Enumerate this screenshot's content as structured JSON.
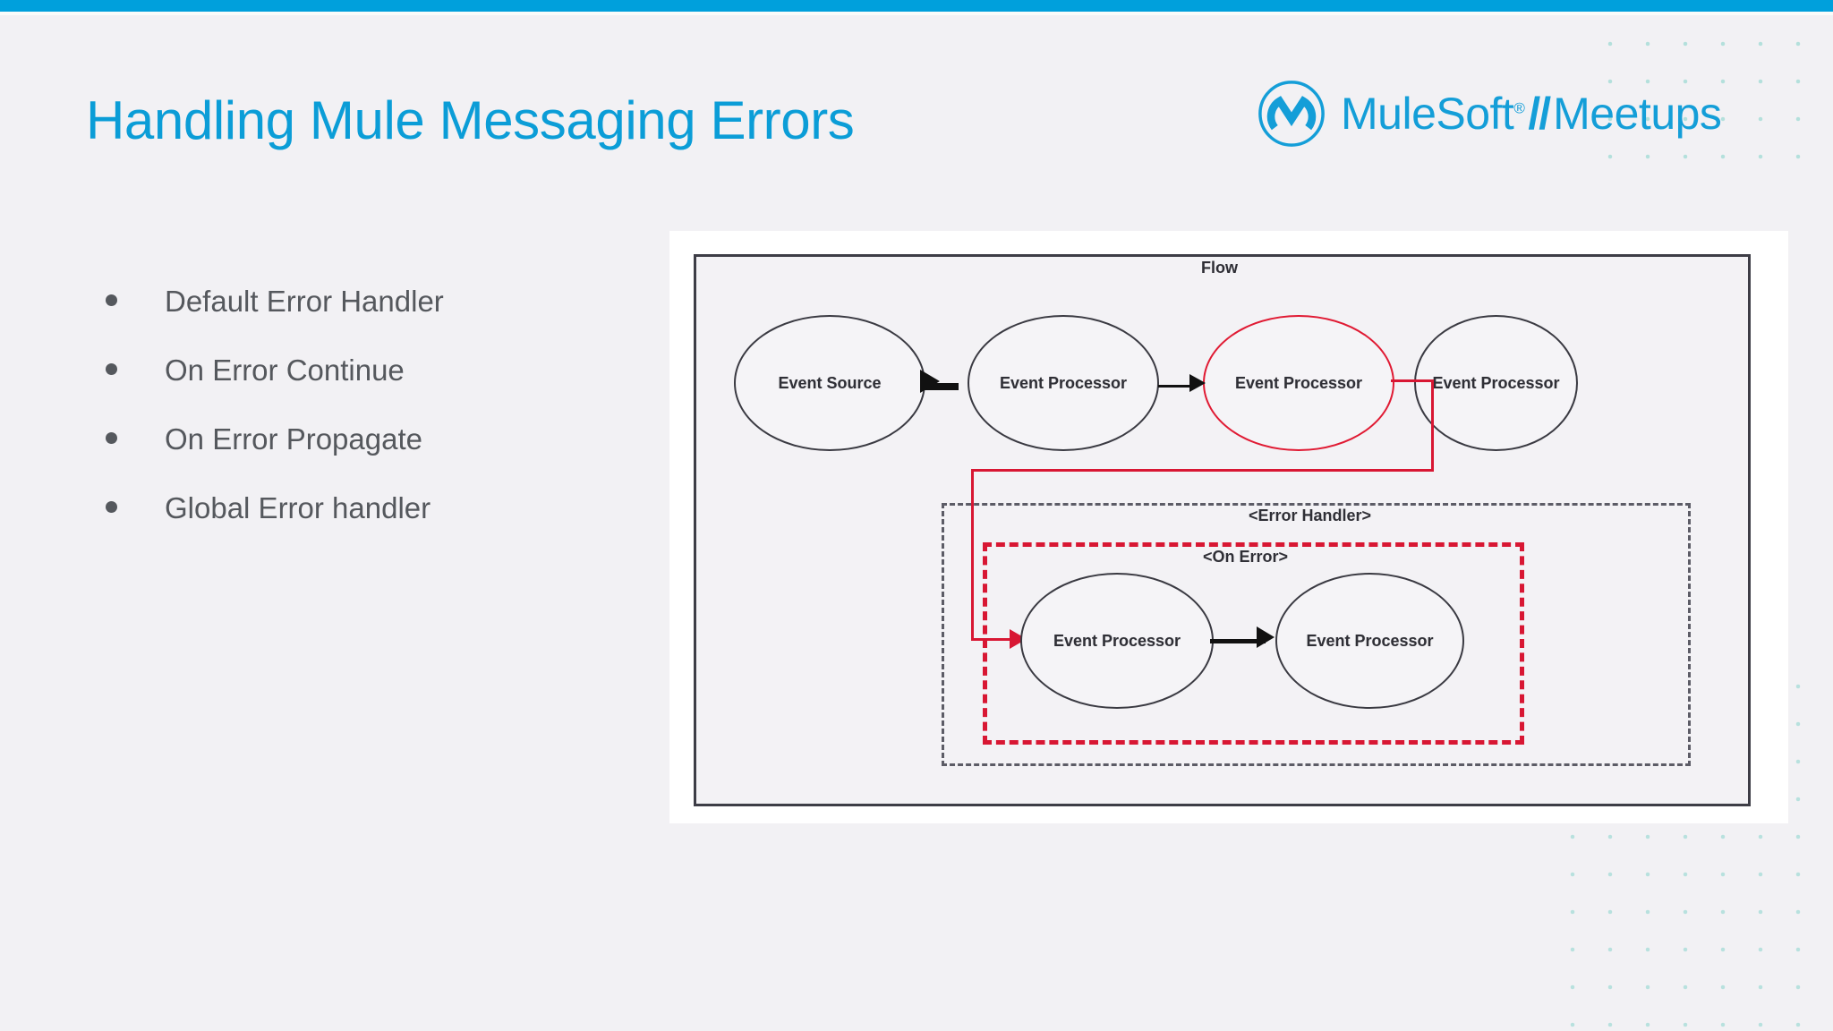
{
  "theme": {
    "accent_blue": "#00a0dc",
    "title_blue": "#0b9dd7",
    "brand_blue": "#149ed8",
    "error_red": "#d81733",
    "text_gray": "#55585d",
    "page_bg": "#f2f1f4",
    "dot_color": "#a9ddd8"
  },
  "header": {
    "title": "Handling Mule Messaging Errors",
    "brand": {
      "logo_icon": "mulesoft-circle-m-icon",
      "name": "MuleSoft",
      "trademark": "®",
      "separator": "//",
      "product": "Meetups"
    }
  },
  "bullets": [
    {
      "label": "Default Error Handler"
    },
    {
      "label": "On Error Continue"
    },
    {
      "label": "On Error Propagate"
    },
    {
      "label": "Global Error handler"
    }
  ],
  "diagram": {
    "flow_label": "Flow",
    "error_handler_label": "<Error Handler>",
    "on_error_label": "<On Error>",
    "nodes": [
      {
        "id": "event-source",
        "label": "Event Source",
        "state": "normal"
      },
      {
        "id": "processor-1",
        "label": "Event Processor",
        "state": "normal"
      },
      {
        "id": "processor-error",
        "label": "Event Processor",
        "state": "error"
      },
      {
        "id": "processor-4",
        "label": "Event Processor",
        "state": "normal"
      },
      {
        "id": "error-processor-1",
        "label": "Event Processor",
        "state": "normal"
      },
      {
        "id": "error-processor-2",
        "label": "Event Processor",
        "state": "normal"
      }
    ]
  }
}
